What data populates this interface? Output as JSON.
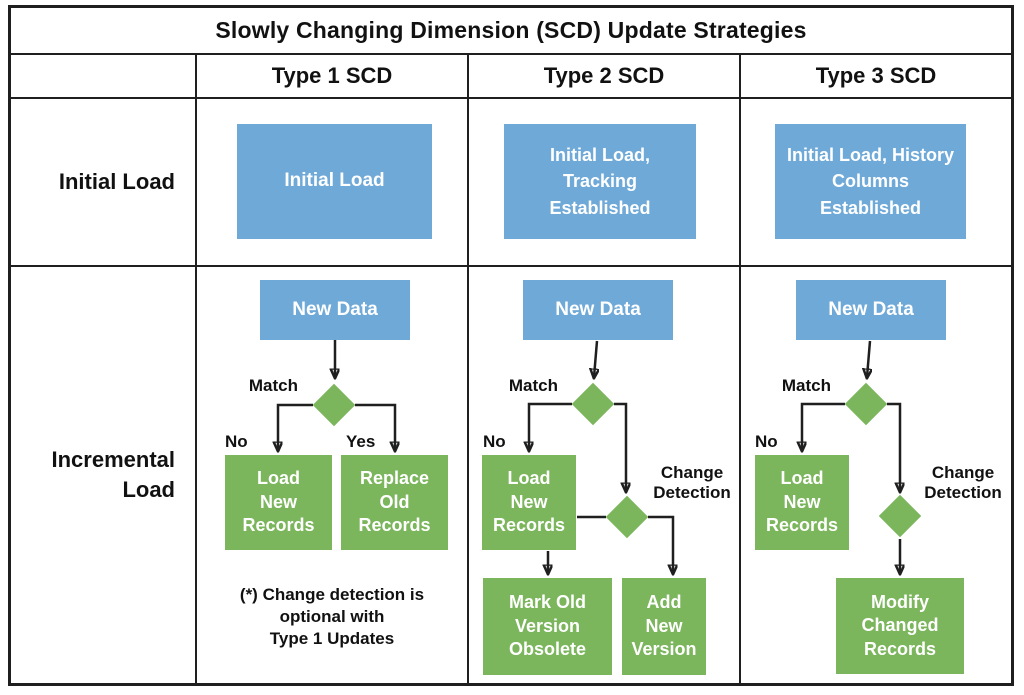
{
  "title": "Slowly Changing Dimension (SCD) Update Strategies",
  "columns": [
    "Type 1 SCD",
    "Type 2 SCD",
    "Type 3 SCD"
  ],
  "row_labels": {
    "initial": "Initial Load",
    "incremental": "Incremental\nLoad"
  },
  "colors": {
    "box_blue": "#6FA9D8",
    "box_green": "#7BB55C",
    "line": "#1F1F1F"
  },
  "initial_row": {
    "type1": "Initial Load",
    "type2": "Initial Load,\nTracking\nEstablished",
    "type3": "Initial Load, History\nColumns\nEstablished"
  },
  "flow": {
    "new_data": "New Data",
    "match": "Match",
    "no": "No",
    "yes": "Yes",
    "change_detection": "Change\nDetection",
    "type1": {
      "load_new": "Load\nNew\nRecords",
      "replace_old": "Replace\nOld\nRecords",
      "note": "(*) Change detection is\noptional with\nType 1 Updates"
    },
    "type2": {
      "load_new": "Load\nNew\nRecords",
      "mark_old": "Mark Old\nVersion\nObsolete",
      "add_new": "Add\nNew\nVersion"
    },
    "type3": {
      "load_new": "Load\nNew\nRecords",
      "modify": "Modify\nChanged\nRecords"
    }
  }
}
